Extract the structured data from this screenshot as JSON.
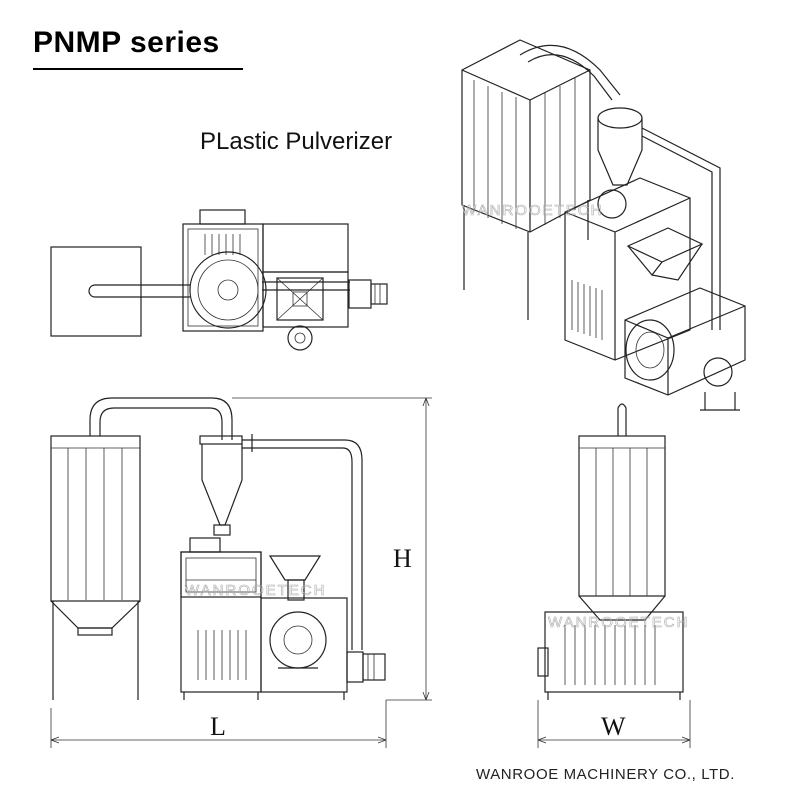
{
  "header": {
    "title": "PNMP series",
    "subtitle": "PLastic Pulverizer"
  },
  "dimensions": {
    "length": "L",
    "height": "H",
    "width": "W"
  },
  "watermark": "WANROOETECH",
  "footer": {
    "company": "WANROOE MACHINERY CO., LTD."
  }
}
